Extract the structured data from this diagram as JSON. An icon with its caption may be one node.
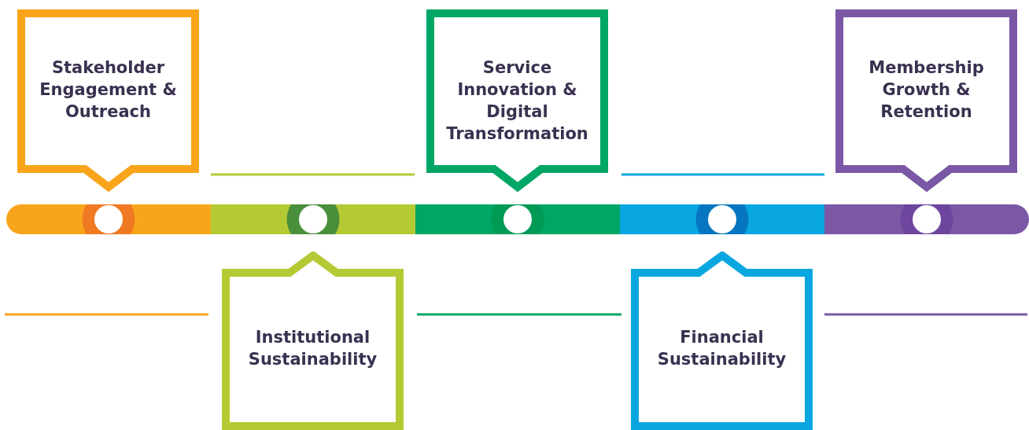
{
  "diagram": {
    "nodes": [
      {
        "text": [
          "Stakeholder Engagement & Outreach"
        ]
      },
      {
        "text": [
          "Institutional Sustainability"
        ]
      },
      {
        "text": [
          "Service Innovation & Digital Transformation"
        ]
      },
      {
        "text": [
          "Financial Sustainability"
        ]
      },
      {
        "text": [
          "Membership Growth & Retention"
        ]
      }
    ],
    "edges": []
  }
}
